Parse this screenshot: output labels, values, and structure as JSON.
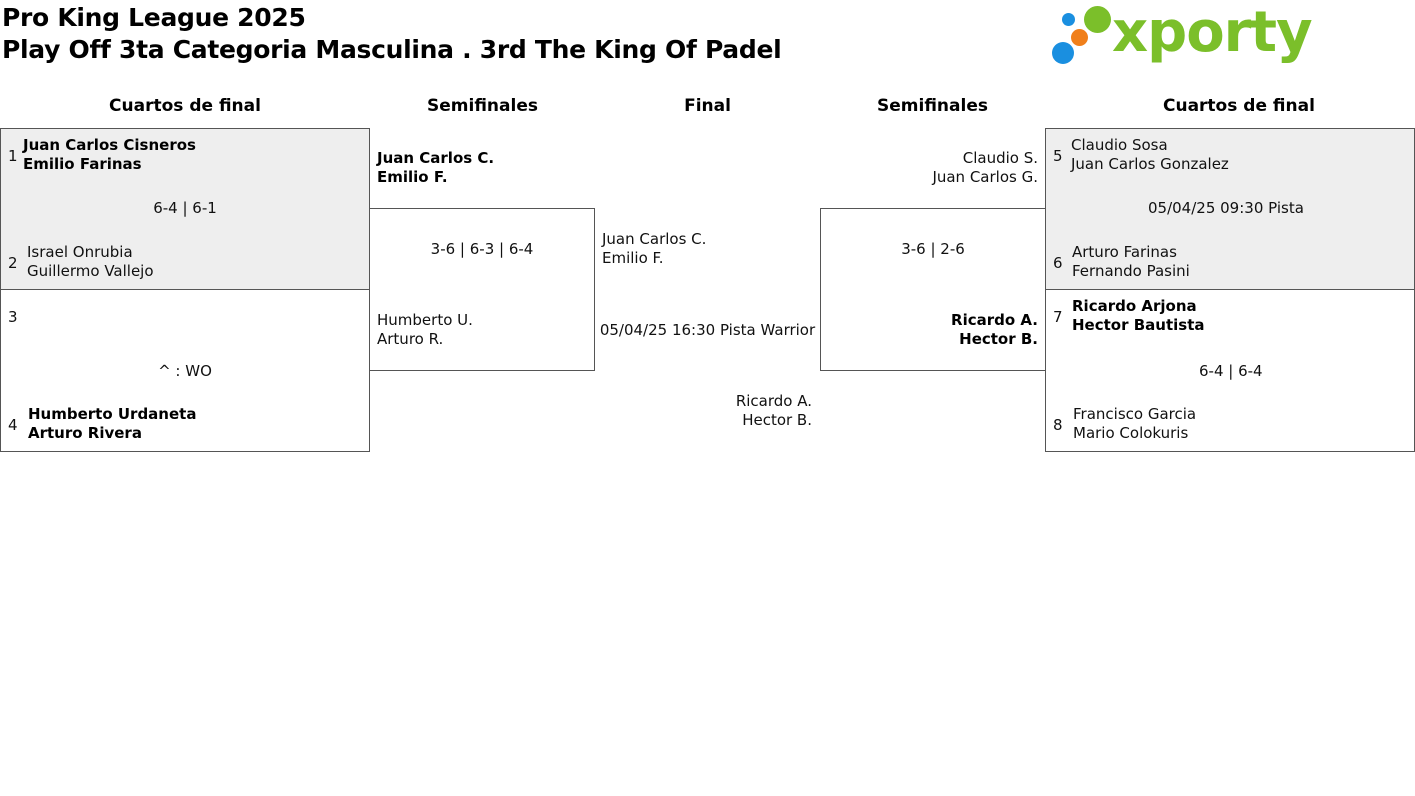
{
  "header": {
    "title_line1": "Pro King League 2025",
    "title_line2": "Play Off 3ta Categoria Masculina . 3rd The King Of Padel"
  },
  "logo": {
    "text": "xporty",
    "colors": {
      "green": "#7bbf2a",
      "blue": "#1a8fe0",
      "orange": "#f07f1a"
    }
  },
  "columns": {
    "quarters_left": "Cuartos de final",
    "semis_left": "Semifinales",
    "final": "Final",
    "semis_right": "Semifinales",
    "quarters_right": "Cuartos de final"
  },
  "quarters_left": [
    {
      "seed_top": "1",
      "top_p1": "Juan Carlos Cisneros",
      "top_p2": "Emilio Farinas",
      "score": "6-4 | 6-1",
      "seed_bottom": "2",
      "bottom_p1": "Israel Onrubia",
      "bottom_p2": "Guillermo Vallejo"
    },
    {
      "seed_top": "3",
      "top_p1": "",
      "top_p2": "",
      "score": "^ : WO",
      "seed_bottom": "4",
      "bottom_p1": "Humberto Urdaneta",
      "bottom_p2": "Arturo Rivera"
    }
  ],
  "semis_left": {
    "top_p1": "Juan Carlos C.",
    "top_p2": "Emilio F.",
    "score": "3-6 | 6-3 | 6-4",
    "bottom_p1": "Humberto U.",
    "bottom_p2": "Arturo R."
  },
  "final": {
    "top_p1": "Juan Carlos C.",
    "top_p2": "Emilio F.",
    "schedule": "05/04/25 16:30 Pista Warrior",
    "bottom_p1": "Ricardo A.",
    "bottom_p2": "Hector B."
  },
  "semis_right": {
    "top_p1": "Claudio S.",
    "top_p2": "Juan Carlos G.",
    "score": "3-6 | 2-6",
    "bottom_p1": "Ricardo A.",
    "bottom_p2": "Hector B."
  },
  "quarters_right": [
    {
      "seed_top": "5",
      "top_p1": "Claudio Sosa",
      "top_p2": "Juan Carlos Gonzalez",
      "score": "05/04/25 09:30 Pista",
      "seed_bottom": "6",
      "bottom_p1": "Arturo Farinas",
      "bottom_p2": "Fernando Pasini"
    },
    {
      "seed_top": "7",
      "top_p1": "Ricardo Arjona",
      "top_p2": "Hector Bautista",
      "score": "6-4 | 6-4",
      "seed_bottom": "8",
      "bottom_p1": "Francisco Garcia",
      "bottom_p2": "Mario Colokuris"
    }
  ]
}
